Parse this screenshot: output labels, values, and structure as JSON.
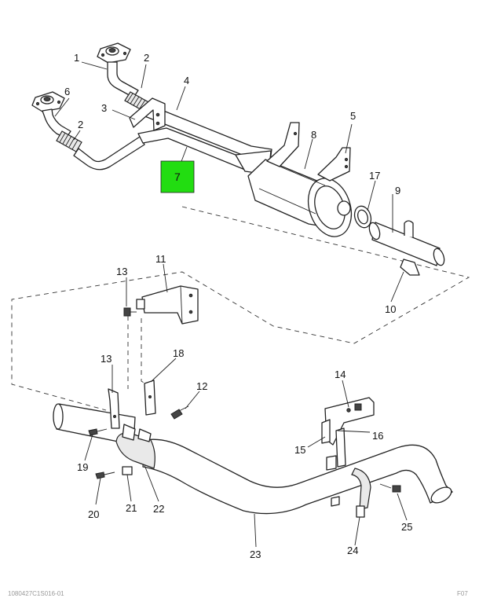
{
  "callouts": {
    "c1": "1",
    "c2a": "2",
    "c2b": "2",
    "c3": "3",
    "c4": "4",
    "c5": "5",
    "c6": "6",
    "c7": "7",
    "c8": "8",
    "c9": "9",
    "c10": "10",
    "c11": "11",
    "c12": "12",
    "c13a": "13",
    "c13b": "13",
    "c14": "14",
    "c15": "15",
    "c16": "16",
    "c17": "17",
    "c18": "18",
    "c19": "19",
    "c20": "20",
    "c21": "21",
    "c22": "22",
    "c23": "23",
    "c24": "24",
    "c25": "25"
  },
  "highlight": {
    "color": "#22dd11",
    "part": "7"
  },
  "footer": {
    "left": "1080427C1S016-01",
    "right": "F07"
  }
}
